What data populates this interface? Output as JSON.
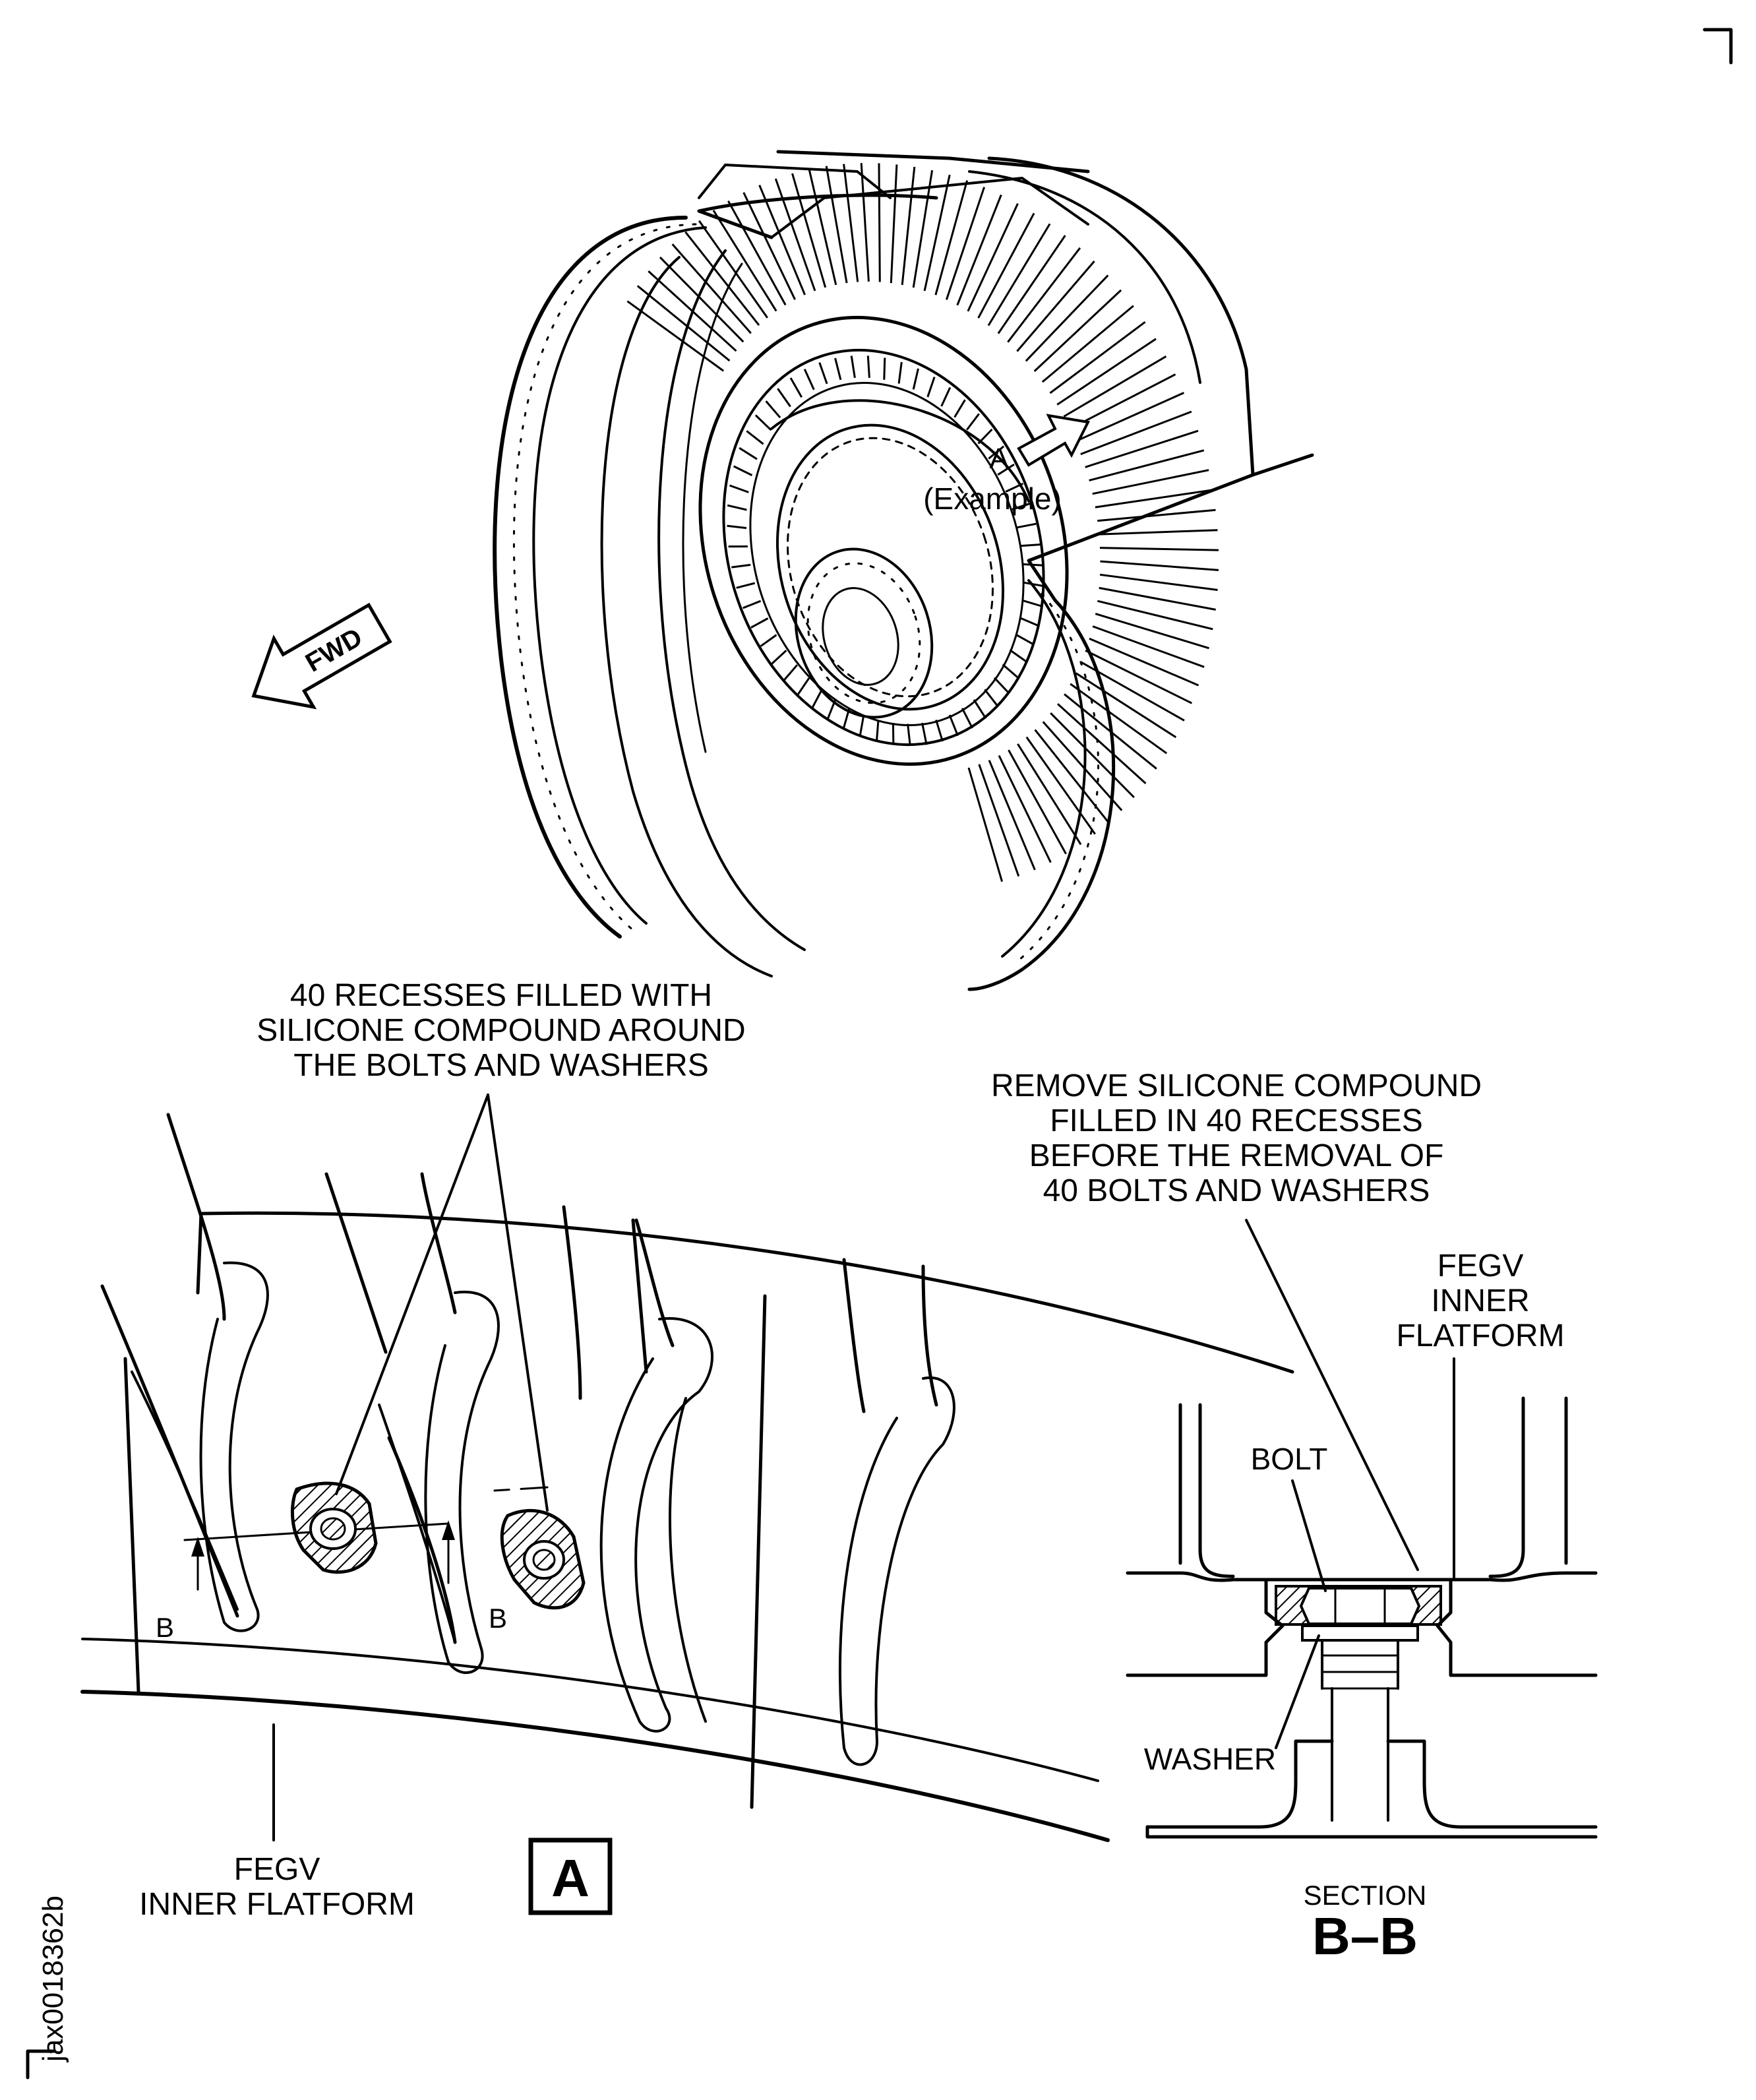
{
  "labels": {
    "view_a_callout": "A",
    "view_a_example": "(Example)",
    "fwd_arrow": "FWD",
    "recesses_note": [
      "40 RECESSES FILLED WITH",
      "SILICONE COMPOUND AROUND",
      "THE BOLTS AND WASHERS"
    ],
    "remove_note": [
      "REMOVE SILICONE COMPOUND",
      "FILLED IN 40 RECESSES",
      "BEFORE THE REMOVAL OF",
      "40 BOLTS AND WASHERS"
    ],
    "fegv_right": [
      "FEGV",
      "INNER",
      "FLATFORM"
    ],
    "fegv_left": [
      "FEGV",
      "INNER FLATFORM"
    ],
    "bolt": "BOLT",
    "washer": "WASHER",
    "section_marker_left": "B",
    "section_marker_right": "B",
    "view_a_box": "A",
    "section_word": "SECTION",
    "section_id": "B–B",
    "figure_id": "jax0018362b"
  },
  "colors": {
    "ink": "#000000",
    "paper": "#ffffff"
  }
}
